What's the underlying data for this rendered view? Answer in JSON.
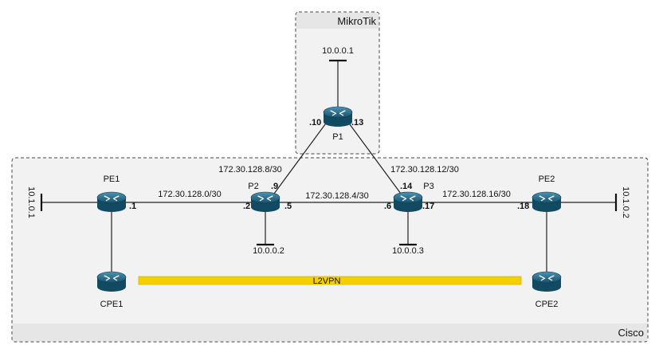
{
  "regions": {
    "mikrotik": "MikroTik",
    "cisco": "Cisco"
  },
  "routers": {
    "p1": "P1",
    "p2": "P2",
    "p3": "P3",
    "pe1": "PE1",
    "pe2": "PE2",
    "cpe1": "CPE1",
    "cpe2": "CPE2"
  },
  "subnets": {
    "pe1_p2": "172.30.128.0/30",
    "p2_p3": "172.30.128.4/30",
    "p2_p1": "172.30.128.8/30",
    "p1_p3": "172.30.128.12/30",
    "p3_pe2": "172.30.128.16/30"
  },
  "interfaces": {
    "pe1": ".1",
    "p2_left": ".2",
    "p2_up": ".9",
    "p2_right": ".5",
    "p1_left": ".10",
    "p1_right": ".13",
    "p3_up": ".14",
    "p3_left": ".6",
    "p3_right": ".17",
    "pe2": ".18"
  },
  "loopbacks": {
    "p1": "10.0.0.1",
    "p2": "10.0.0.2",
    "p3": "10.0.0.3",
    "pe1": "10.1.0.1",
    "pe2": "10.1.0.2"
  },
  "service": {
    "label": "L2VPN",
    "color": "#f5d000"
  },
  "colors": {
    "router": "#1f6b8a",
    "region_fill": "#f2f2f2"
  }
}
